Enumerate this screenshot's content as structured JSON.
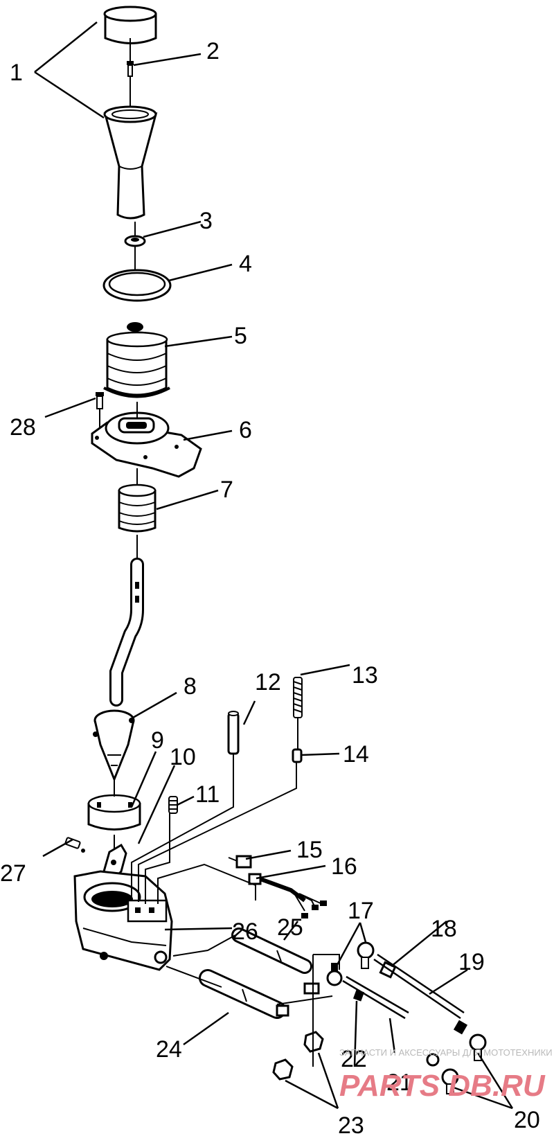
{
  "labels": {
    "l1": "1",
    "l2": "2",
    "l3": "3",
    "l4": "4",
    "l5": "5",
    "l6": "6",
    "l7": "7",
    "l8": "8",
    "l9": "9",
    "l10": "10",
    "l11": "11",
    "l12": "12",
    "l13": "13",
    "l14": "14",
    "l15": "15",
    "l16": "16",
    "l17": "17",
    "l18": "18",
    "l19": "19",
    "l20": "20",
    "l21": "21",
    "l22": "22",
    "l23": "23",
    "l24": "24",
    "l25": "25",
    "l26": "26",
    "l27": "27",
    "l28": "28"
  },
  "watermark": {
    "tagline": "ЗАПЧАСТИ И АКСЕССУАРЫ ДЛЯ МОТОТЕХНИКИ",
    "brand": "PARTS DB.RU"
  }
}
